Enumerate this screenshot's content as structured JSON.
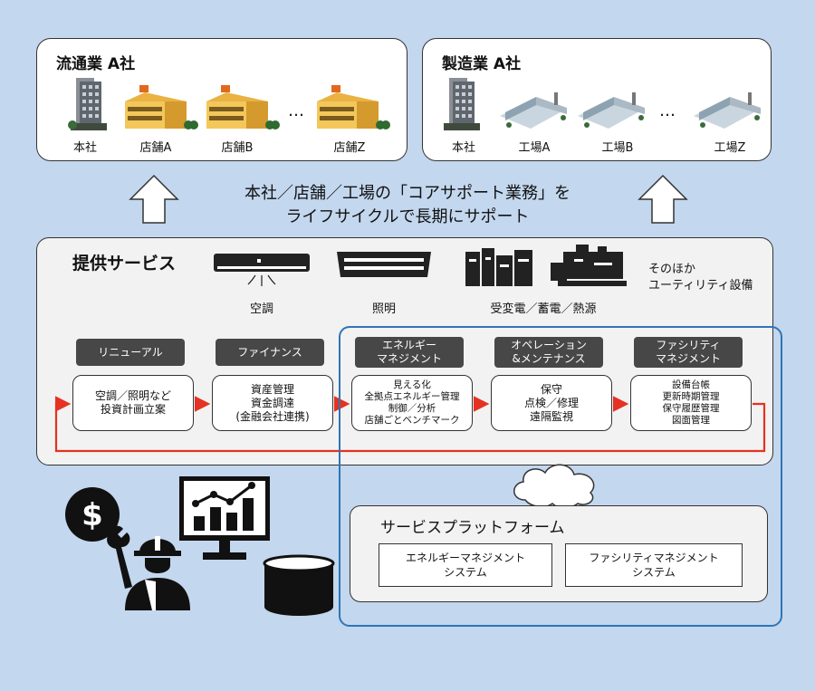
{
  "retail_panel": {
    "title": "流通業 A社",
    "buildings": [
      "本社",
      "店舗A",
      "店舗B",
      "店舗Z"
    ],
    "ellipsis": "…"
  },
  "manufacturing_panel": {
    "title": "製造業 A社",
    "buildings": [
      "本社",
      "工場A",
      "工場B",
      "工場Z"
    ],
    "ellipsis": "…"
  },
  "headline": {
    "line1": "本社／店舗／工場の「コアサポート業務」を",
    "line2": "ライフサイクルで長期にサポート"
  },
  "services": {
    "title": "提供サービス",
    "items": [
      "空調",
      "照明",
      "受変電／蓄電／熱源"
    ],
    "other_line1": "そのほか",
    "other_line2": "ユーティリティ設備"
  },
  "steps": [
    {
      "head": [
        "リニューアル"
      ],
      "body": [
        "空調／照明など",
        "投資計画立案"
      ]
    },
    {
      "head": [
        "ファイナンス"
      ],
      "body": [
        "資産管理",
        "資金調達",
        "(金融会社連携)"
      ]
    },
    {
      "head": [
        "エネルギー",
        "マネジメント"
      ],
      "body": [
        "見える化",
        "全拠点エネルギー管理",
        "制御／分析",
        "店舗ごとベンチマーク"
      ]
    },
    {
      "head": [
        "オペレーション",
        "&メンテナンス"
      ],
      "body": [
        "保守",
        "点検／修理",
        "遠隔監視"
      ]
    },
    {
      "head": [
        "ファシリティ",
        "マネジメント"
      ],
      "body": [
        "設備台帳",
        "更新時期管理",
        "保守履歴管理",
        "図面管理"
      ]
    }
  ],
  "platform": {
    "title": "サービスプラットフォーム",
    "systems": [
      {
        "line1": "エネルギーマネジメント",
        "line2": "システム"
      },
      {
        "line1": "ファシリティマネジメント",
        "line2": "システム"
      }
    ]
  },
  "icons": {
    "cost": "dollar-coin-icon",
    "dashboard": "chart-monitor-icon",
    "worker": "engineer-icon",
    "storage": "database-icon"
  },
  "colors": {
    "background": "#c3d7ee",
    "flow_arrow": "#e53222",
    "platform_frame": "#2e75b6",
    "step_header": "#474747"
  }
}
